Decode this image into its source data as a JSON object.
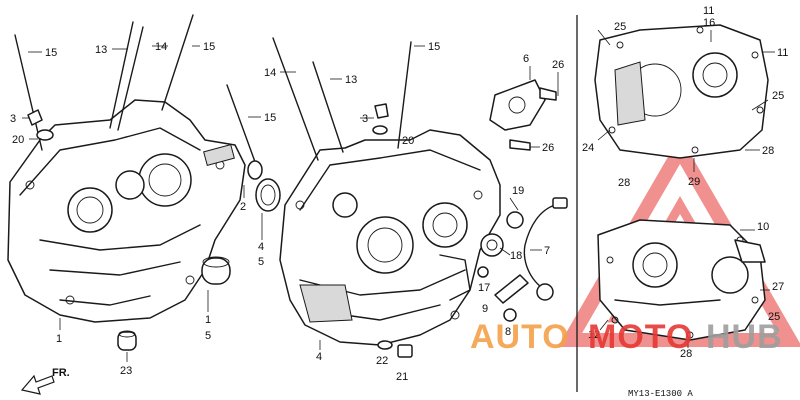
{
  "diagram": {
    "drawing_code": "MY13-E1300 A",
    "direction_label": "FR.",
    "callouts": [
      "15",
      "13",
      "14",
      "15",
      "3",
      "20",
      "14",
      "13",
      "15",
      "3",
      "20",
      "15",
      "2",
      "4",
      "5",
      "1",
      "5",
      "1",
      "23",
      "4",
      "22",
      "21",
      "6",
      "26",
      "26",
      "19",
      "18",
      "7",
      "17",
      "9",
      "8",
      "11",
      "16",
      "25",
      "11",
      "25",
      "24",
      "28",
      "29",
      "28",
      "10",
      "27",
      "12",
      "25",
      "28"
    ]
  },
  "watermark": {
    "part1": "AUTO",
    "part2": "MOTO",
    "part3": "HUB",
    "color_red": "#e53935",
    "color_orange": "#f5a04a",
    "color_gray": "#9e9e9e"
  }
}
